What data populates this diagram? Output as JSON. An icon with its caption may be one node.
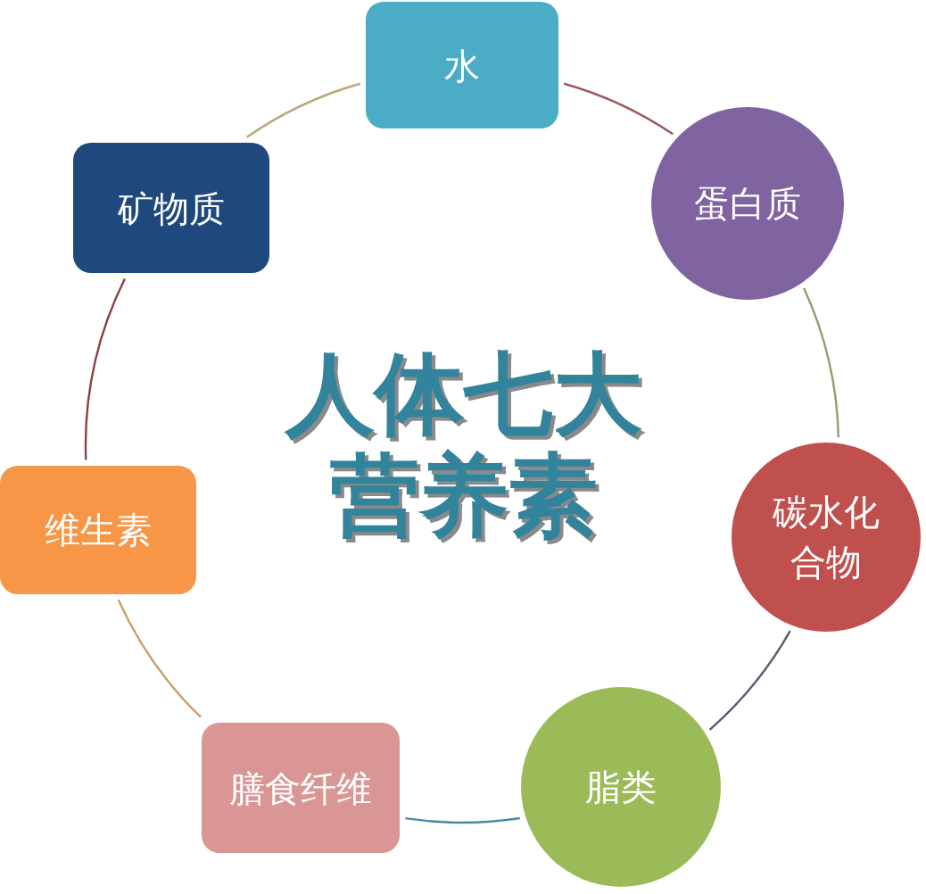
{
  "diagram": {
    "title": "人体七大营养素",
    "nodes": [
      {
        "text": [
          "水"
        ]
      },
      {
        "text": [
          "蛋白质"
        ]
      },
      {
        "text": [
          "碳水化合物"
        ]
      },
      {
        "text": [
          "脂类"
        ]
      },
      {
        "text": [
          "膳食纤维"
        ]
      },
      {
        "text": [
          "维生素"
        ]
      },
      {
        "text": [
          "矿物质"
        ]
      }
    ],
    "edges": [
      {
        "from": 0,
        "to": 1,
        "arrow": "none",
        "color": "#9c5b5b"
      },
      {
        "from": 1,
        "to": 2,
        "arrow": "none",
        "color": "#9a9a6a"
      },
      {
        "from": 2,
        "to": 3,
        "arrow": "none",
        "color": "#555e6b"
      },
      {
        "from": 3,
        "to": 4,
        "arrow": "none",
        "color": "#4a8aa0"
      },
      {
        "from": 4,
        "to": 5,
        "arrow": "none",
        "color": "#c9a068"
      },
      {
        "from": 5,
        "to": 6,
        "arrow": "none",
        "color": "#8a4040"
      },
      {
        "from": 6,
        "to": 0,
        "arrow": "none",
        "color": "#b8a878"
      }
    ]
  }
}
